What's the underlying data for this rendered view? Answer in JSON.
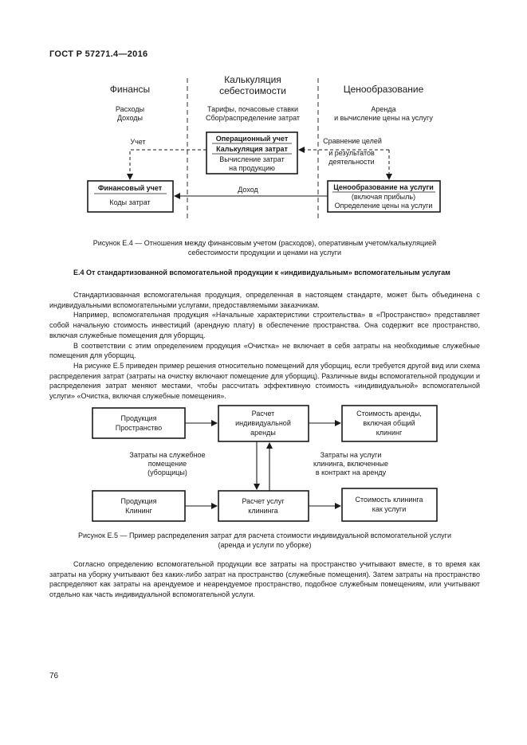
{
  "header": {
    "standard": "ГОСТ Р 57271.4—2016"
  },
  "figure_e4": {
    "col_left": "Финансы",
    "col_mid_line1": "Калькуляция",
    "col_mid_line2": "себестоимости",
    "col_right": "Ценообразование",
    "left_sub1": "Расходы",
    "left_sub2": "Доходы",
    "mid_sub1": "Тарифы, почасовые ставки",
    "mid_sub2": "Сбор/распределение затрат",
    "right_sub1": "Аренда",
    "right_sub2": "и вычисление цены на услугу",
    "center_box_title1": "Операционный учет",
    "center_box_title2": "Калькуляция затрат",
    "center_box_text1": "Вычисление затрат",
    "center_box_text2": "на продукцию",
    "left_box_title": "Финансовый учет",
    "left_box_text": "Коды затрат",
    "right_box_title": "Ценообразование на услуги",
    "right_box_text1": "(включая прибыль)",
    "right_box_text2": "Определение цены на услуги",
    "label_uchet": "Учет",
    "label_sravnenie": "Сравнение целей",
    "label_rezult1": "и результатов",
    "label_rezult2": "деятельности",
    "label_dohod": "Доход"
  },
  "caption_e4": {
    "line1": "Рисунок Е.4 — Отношения между финансовым учетом (расходов), оперативным учетом/калькуляцией",
    "line2": "себестоимости продукции и ценами на услуги"
  },
  "section_e4": {
    "title": "Е.4 От стандартизованной вспомогательной продукции к «индивидуальным» вспомогательным услугам"
  },
  "paragraphs_top": [
    "Стандартизованная вспомогательная продукция, определенная в настоящем стандарте, может быть объединена с индивидуальными вспомогательными услугами, предоставляемыми заказчикам.",
    "Например, вспомогательная продукция «Начальные характеристики строительства» в «Пространство» представляет собой начальную стоимость инвестиций (арендную плату) в обеспечение пространства. Она содержит все пространство, включая служебные помещения для уборщиц.",
    "В соответствии с этим определением продукция «Очистка» не включает в себя затраты на необходимые служебные помещения для уборщиц.",
    "На рисунке Е.5 приведен пример решения относительно помещений для уборщиц, если требуется другой вид или схема распределения затрат (затраты на очистку включают помещение для уборщиц). Различные виды вспомогательной продукции и распределения затрат меняют местами, чтобы рассчитать эффективную стоимость «индивидуальной» вспомогательной услуги» «Очистка, включая служебные помещения»."
  ],
  "figure_e5": {
    "box_tl1": "Продукция",
    "box_tl2": "Пространство",
    "box_tm1": "Расчет",
    "box_tm2": "индивидуальной",
    "box_tm3": "аренды",
    "box_tr1": "Стоимость аренды,",
    "box_tr2": "включая общий",
    "box_tr3": "клининг",
    "box_bl1": "Продукция",
    "box_bl2": "Клининг",
    "box_bm1": "Расчет услуг",
    "box_bm2": "клининга",
    "box_br1": "Стоимость клининга",
    "box_br2": "как услуги",
    "lbl_left1": "Затраты на служебное",
    "lbl_left2": "помещение",
    "lbl_left3": "(уборщицы)",
    "lbl_right1": "Затраты на услуги",
    "lbl_right2": "клининга, включенные",
    "lbl_right3": "в контракт на аренду"
  },
  "caption_e5": {
    "line1": "Рисунок Е.5 — Пример распределения затрат для расчета стоимости индивидуальной вспомогательной услуги",
    "line2": "(аренда и услуги по уборке)"
  },
  "paragraphs_bottom": [
    "Согласно определению вспомогательной продукции все затраты на пространство учитывают вместе, в то время как затраты на уборку учитывают без каких-либо затрат на пространство (служебные помещения). Затем затраты на пространство распределяют как затраты на арендуемое и неарендуемое пространство, подобное служебным помещениям, или учитывают отдельно как часть индивидуальной вспомогательной услуги."
  ],
  "page_number": "76"
}
